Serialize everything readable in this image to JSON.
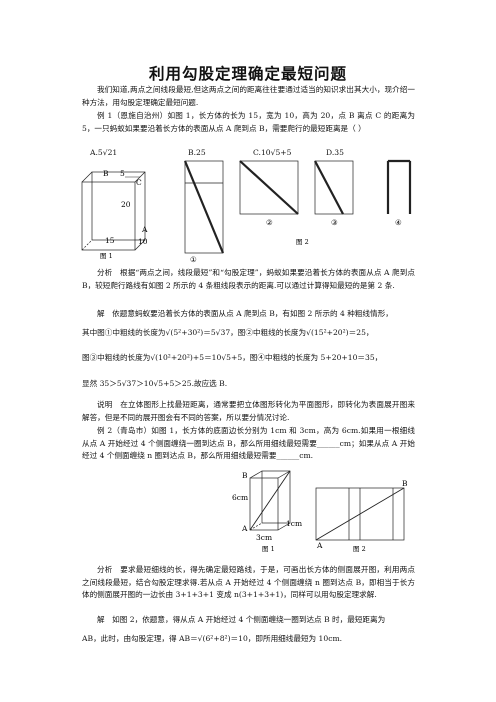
{
  "title": "利用勾股定理确定最短问题",
  "intro": "我们知道,两点之间线段最短,但这两点之间的距离往往要通过适当的知识求出其大小，现介绍一种方法，用勾股定理确定最短问题.",
  "ex1": {
    "stem": "例 1（恩施自治州）如图 1，长方体的长为 15，宽为 10，高为 20，点 B 离点 C 的距离为 5，一只蚂蚁如果要沿着长方体的表面从点 A 爬到点 B，需要爬行的最短距离是（    ）",
    "options": [
      "A.5√21",
      "B.25",
      "C.10√5+5",
      "D.35"
    ],
    "fig1_labels": {
      "B": "B",
      "five": "5",
      "C": "C",
      "twenty": "20",
      "A": "A",
      "fifteen": "15",
      "ten": "10",
      "caption": "图 1"
    },
    "fig2_labels": {
      "n1": "①",
      "n2": "②",
      "n3": "③",
      "n4": "④",
      "caption": "图 2"
    },
    "analysis": "分析　根据“两点之间，线段最短”和“勾股定理”，蚂蚁如果要沿着长方体的表面从点 A 爬到点 B，较短爬行路线有如图 2 所示的 4 条粗线段表示的距离.可以通过计算得知最短的是第 2 条.",
    "solution_1": "解　依题意蚂蚁要沿着长方体的表面从点 A 爬到点 B，有如图 2 所示的 4 种粗线情形，",
    "solution_2": "其中图①中粗线的长度为√(5²+30²)＝5√37，图②中粗线的长度为√(15²+20²)＝25，",
    "solution_3": "图③中粗线的长度为√(10²+20²)+5＝10√5+5，图④中粗线的长度为 5+20+10＝35，",
    "solution_4": "显然 35＞5√37＞10√5+5＞25.故应选 B.",
    "note": "说明　在立体图形上找最短距离，通常要把立体图形转化为平面图形，即转化为表面展开图来解答，但是不同的展开图会有不同的答案，所以要分情况讨论."
  },
  "ex2": {
    "stem": "例 2（青岛市）如图 1，长方体的底面边长分别为 1cm 和 3cm，高为 6cm.如果用一根细线从点 A 开始经过 4 个侧面缠绕一圈到达点 B，那么所用细线最短需要______cm；如果从点 A 开始经过 4 个侧面缠绕 n 圈到达点 B，那么所用细线最短需要______cm.",
    "fig1_labels": {
      "B": "B",
      "six": "6cm",
      "A": "A",
      "one": "1cm",
      "three": "3cm",
      "caption": "图 1"
    },
    "fig2_labels": {
      "A": "A",
      "B": "B",
      "caption": "图 2"
    },
    "analysis": "分析　要求最短细线的长，得先确定最短路线，于是，可画出长方体的侧面展开图，利用两点之间线段最短，结合勾股定理求得.若从点 A 开始经过 4 个侧面缠绕 n 圈到达点 B，即相当于长方体的侧面展开图的一边长由 3+1+3+1 变成 n(3+1+3+1)，同样可以用勾股定理求解.",
    "solution_1": "解　如图 2，依题意，得从点 A 开始经过 4 个侧面缠绕一圈到达点 B 时，最短距离为",
    "solution_2": "AB，此时，由勾股定理，得 AB＝√(6²+8²)＝10，即所用细线最短为 10cm."
  }
}
